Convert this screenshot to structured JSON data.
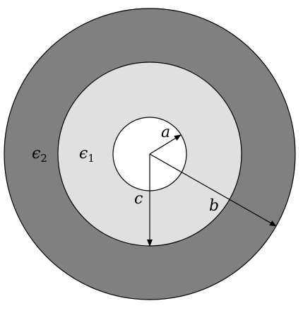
{
  "colors": {
    "outer_shell": "#808080",
    "inner_shell": "#e0e0e0",
    "core": "#ffffff",
    "stroke": "#000000"
  },
  "labels": {
    "epsilon_2": {
      "symbol": "ϵ",
      "sub": "2"
    },
    "epsilon_1": {
      "symbol": "ϵ",
      "sub": "1"
    },
    "radius_a": "a",
    "radius_b": "b",
    "radius_c": "c"
  }
}
